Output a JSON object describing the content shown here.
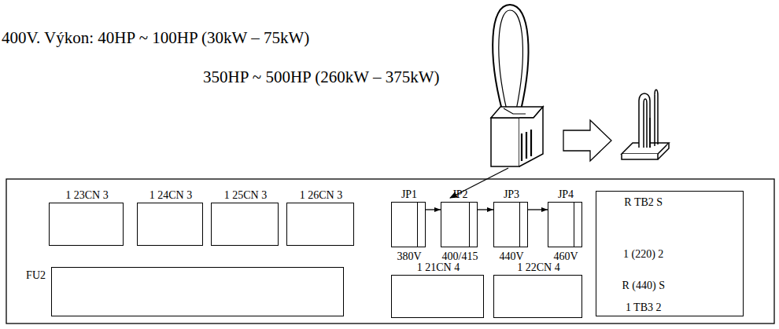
{
  "diagram": {
    "nodes": [
      {
        "text": [
          "1 23CN 3"
        ]
      },
      {
        "text": [
          "1 24CN 3"
        ]
      },
      {
        "text": [
          "1 25CN 3"
        ]
      },
      {
        "text": [
          "1 26CN 3"
        ]
      },
      {
        "text": [
          "JP1",
          "380V"
        ]
      },
      {
        "text": [
          "JP2",
          "400/415"
        ]
      },
      {
        "text": [
          "JP3",
          "440V"
        ]
      },
      {
        "text": [
          "JP4",
          "460V"
        ]
      },
      {
        "text": [
          "R TB2 S",
          "1 (220) 2",
          "R (440) S",
          "1 TB3 2"
        ]
      },
      {
        "text": [
          "FU2"
        ]
      },
      {
        "text": [
          "1 21CN 4"
        ]
      },
      {
        "text": [
          "1 22CN 4"
        ]
      }
    ],
    "edges": [
      {
        "from": 4,
        "to": 5,
        "arrow": "to"
      },
      {
        "from": 5,
        "to": 6,
        "arrow": "to"
      },
      {
        "from": 6,
        "to": 7,
        "arrow": "to"
      }
    ],
    "labels": [
      "400V. Výkon: 40HP ~ 100HP (30kW – 75kW)",
      "350HP ~ 500HP (260kW – 375kW)"
    ]
  }
}
